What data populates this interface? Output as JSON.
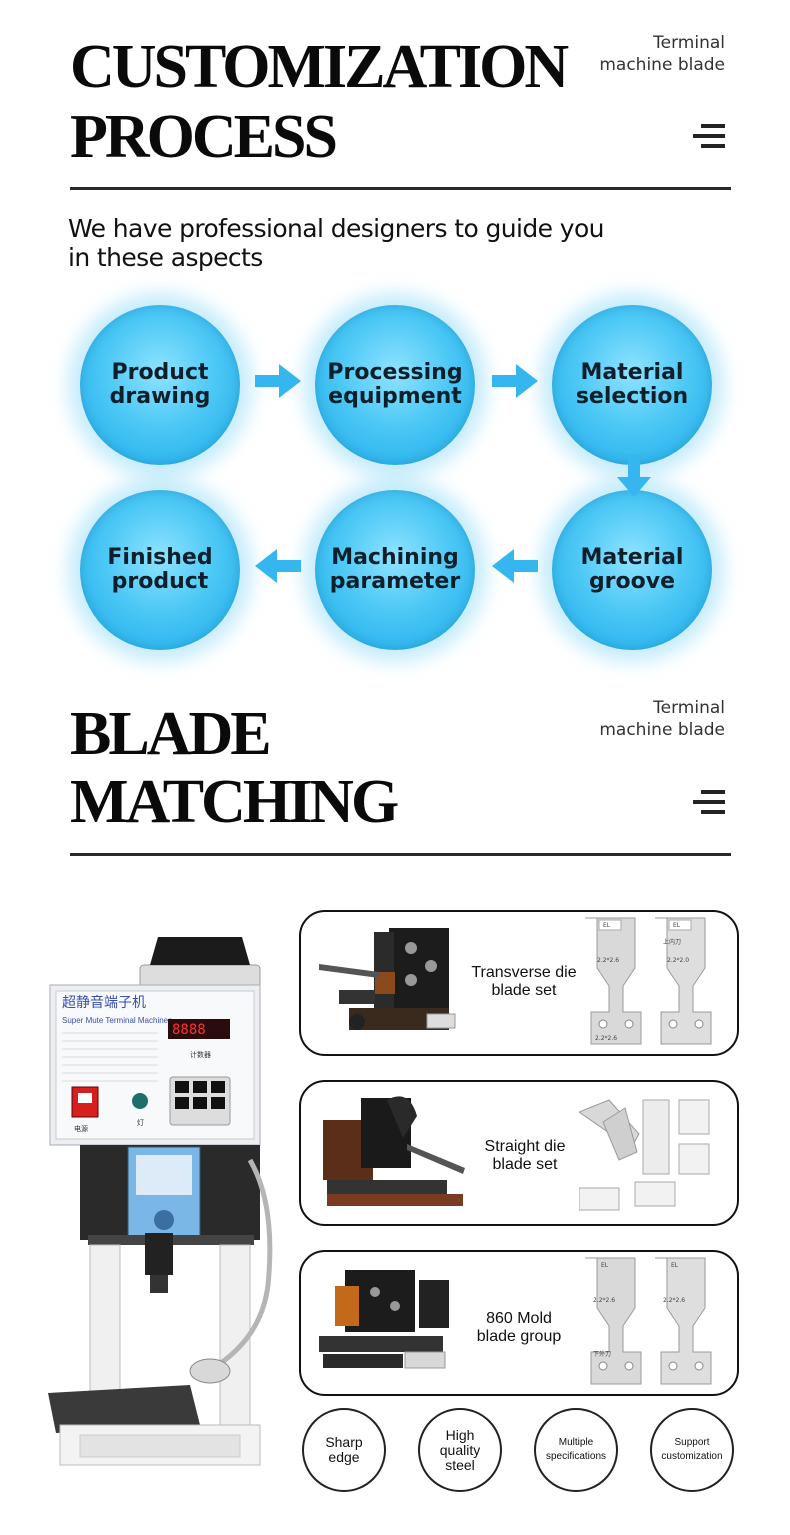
{
  "section1": {
    "title_line1": "CUSTOMIZATION",
    "title_line2": "PROCESS",
    "side_label_line1": "Terminal",
    "side_label_line2": "machine blade",
    "intro_line1": "We have professional designers to guide you",
    "intro_line2": "in these aspects"
  },
  "process_steps": [
    "Product\ndrawing",
    "Processing\nequipment",
    "Material\nselection",
    "Material\ngroove",
    "Machining\nparameter",
    "Finished\nproduct"
  ],
  "section2": {
    "title_line1": "BLADE",
    "title_line2": "MATCHING",
    "side_label_line1": "Terminal",
    "side_label_line2": "machine blade"
  },
  "machine": {
    "panel_chinese": "超静音端子机",
    "panel_english": "Super Mute Terminal Machines",
    "counter_label": "计数器",
    "power_label": "电源",
    "light_label": "灯"
  },
  "blade_sets": [
    "Transverse die\nblade set",
    "Straight die\nblade set",
    "860 Mold\nblade group"
  ],
  "blade_markings": {
    "top": "EL",
    "spec": "2.2*2.6",
    "lower": "下外刀",
    "upper": "上内刀",
    "spec_alt": "2.2*2.0"
  },
  "features": [
    "Sharp\nedge",
    "High\nquality\nsteel",
    "Multiple\nspecifications",
    "Support\ncustomization"
  ],
  "colors": {
    "circle_blue": "#1aa9e8",
    "arrow_blue": "#35b6ee",
    "machine_white": "#f2f2f2",
    "machine_red": "#d61f1f"
  }
}
